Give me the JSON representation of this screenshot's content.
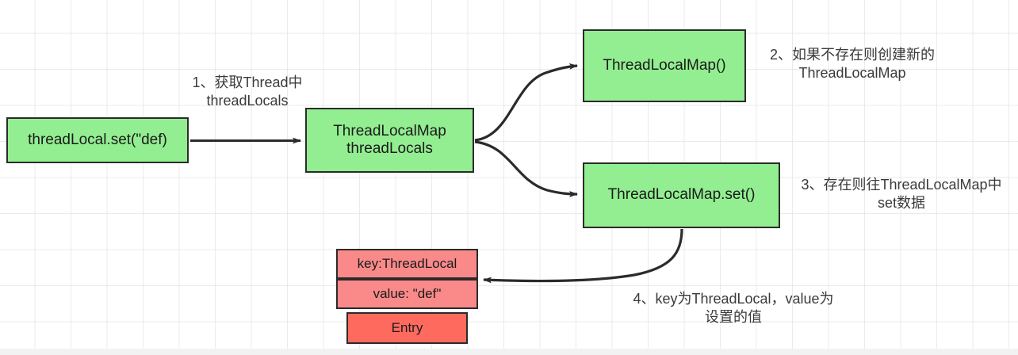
{
  "diagram": {
    "title": "ThreadLocal set flow",
    "colors": {
      "node_green": "#92ee90",
      "node_pink": "#fa8a8a",
      "node_red": "#ff6a5f",
      "border": "#2b2b2b",
      "background": "#ffffff",
      "grid": "#e4e4e4",
      "text": "#1a1a1a",
      "label_text": "#3a3a3a"
    },
    "nodes": {
      "threadlocal_set": "threadLocal.set(\"def)",
      "threadlocals_field": "ThreadLocalMap\nthreadLocals",
      "new_threadlocalmap": "ThreadLocalMap()",
      "threadlocalmap_set": "ThreadLocalMap.set()",
      "entry_key": "key:ThreadLocal",
      "entry_value": "value: \"def\"",
      "entry_name": "Entry"
    },
    "labels": {
      "step1": "1、获取Thread中\nthreadLocals",
      "step2": "2、如果不存在则创建新的\nThreadLocalMap",
      "step3": "3、存在则往ThreadLocalMap中\nset数据",
      "step4": "4、key为ThreadLocal，value为\n设置的值"
    }
  }
}
